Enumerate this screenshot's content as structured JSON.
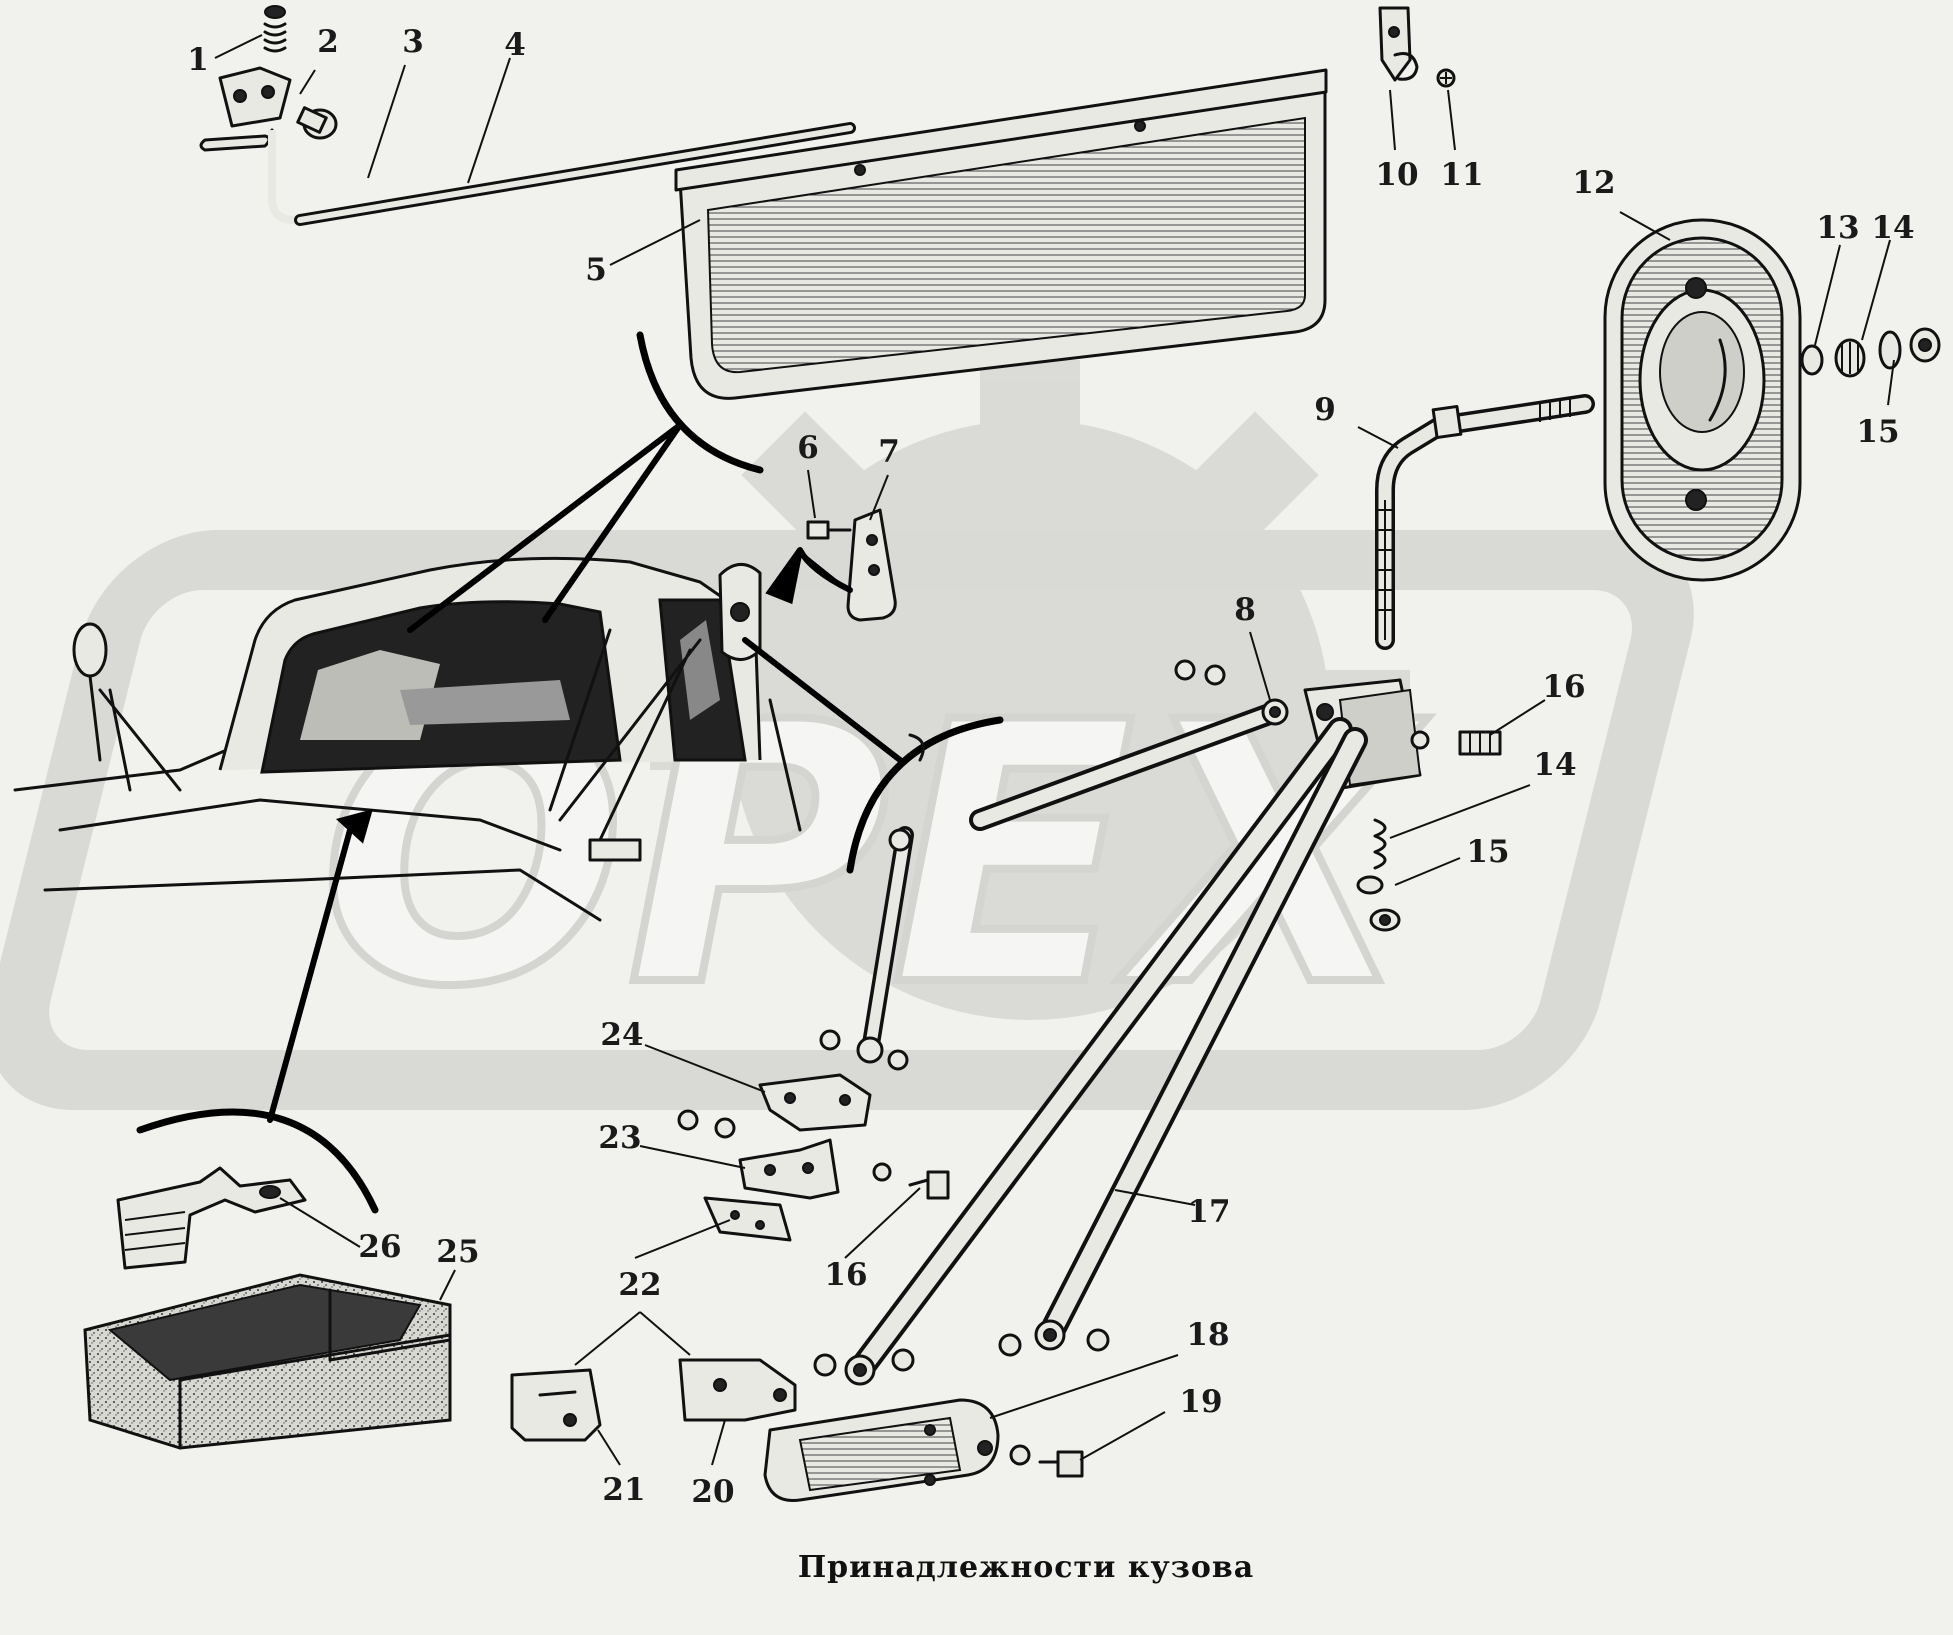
{
  "caption": "Принадлежности кузова",
  "watermark": "OPEX",
  "colors": {
    "background": "#f1f1ed",
    "ink": "#111111",
    "watermark": "#d5d5d2"
  },
  "callouts": [
    {
      "text": "1"
    },
    {
      "text": "2"
    },
    {
      "text": "3"
    },
    {
      "text": "4"
    },
    {
      "text": "5"
    },
    {
      "text": "6"
    },
    {
      "text": "7"
    },
    {
      "text": "8"
    },
    {
      "text": "9"
    },
    {
      "text": "10"
    },
    {
      "text": "11"
    },
    {
      "text": "12"
    },
    {
      "text": "13"
    },
    {
      "text": "14"
    },
    {
      "text": "15"
    },
    {
      "text": "16"
    },
    {
      "text": "14"
    },
    {
      "text": "15"
    },
    {
      "text": "16"
    },
    {
      "text": "17"
    },
    {
      "text": "18"
    },
    {
      "text": "19"
    },
    {
      "text": "20"
    },
    {
      "text": "21"
    },
    {
      "text": "22"
    },
    {
      "text": "22"
    },
    {
      "text": "23"
    },
    {
      "text": "24"
    },
    {
      "text": "25"
    },
    {
      "text": "26"
    }
  ]
}
